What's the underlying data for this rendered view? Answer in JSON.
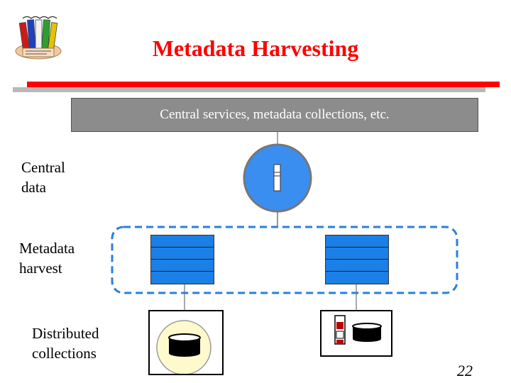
{
  "header": {
    "title": "Metadata Harvesting",
    "logo_icon": "books-logo-icon"
  },
  "banner": {
    "text": "Central services, metadata collections, etc."
  },
  "labels": {
    "central": [
      "Central",
      "data"
    ],
    "harvest": [
      "Metadata",
      "harvest"
    ],
    "distributed": [
      "Distributed",
      "collections"
    ]
  },
  "footer": {
    "page_number": "22"
  },
  "colors": {
    "title": "#ff0000",
    "rule": "#ff0000",
    "banner": "#8c8c8c",
    "node_blue": "#1a7fe6",
    "disk_fill": "#fffacd",
    "accent_red": "#c00000"
  }
}
